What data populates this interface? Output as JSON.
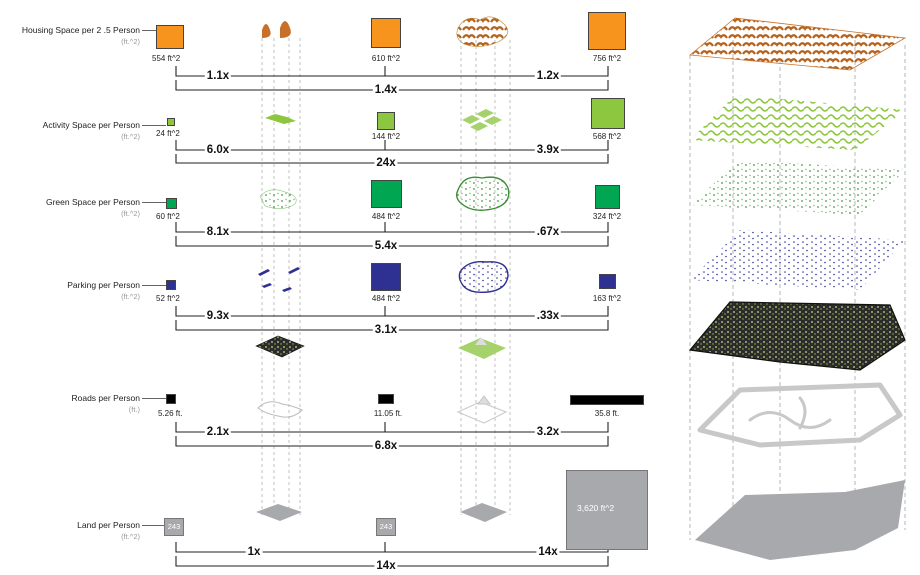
{
  "colors": {
    "housing": "#f7941d",
    "activity": "#8dc63f",
    "green": "#00a651",
    "parking": "#2e3192",
    "roads": "#000000",
    "land": "#a7a9ac",
    "housing_iso": "#c8702a",
    "activity_iso": "#8dc63f",
    "green_iso": "#5aa83f",
    "parking_iso": "#3a3d9c"
  },
  "rows": [
    {
      "key": "housing",
      "label": "Housing Space per 2 .5 Person",
      "unit": "(ft.^2)",
      "values": [
        "554 ft^2",
        "610 ft^2",
        "756 ft^2"
      ],
      "mult_a": "1.1x",
      "mult_b": "1.2x",
      "mult_total": "1.4x"
    },
    {
      "key": "activity",
      "label": "Activity Space per Person",
      "unit": "(ft.^2)",
      "values": [
        "24 ft^2",
        "144 ft^2",
        "568 ft^2"
      ],
      "mult_a": "6.0x",
      "mult_b": "3.9x",
      "mult_total": "24x"
    },
    {
      "key": "green",
      "label": "Green Space per Person",
      "unit": "(ft.^2)",
      "values": [
        "60 ft^2",
        "484 ft^2",
        "324 ft^2"
      ],
      "mult_a": "8.1x",
      "mult_b": ".67x",
      "mult_total": "5.4x"
    },
    {
      "key": "parking",
      "label": "Parking per Person",
      "unit": "(ft.^2)",
      "values": [
        "52 ft^2",
        "484 ft^2",
        "163 ft^2"
      ],
      "mult_a": "9.3x",
      "mult_b": ".33x",
      "mult_total": "3.1x"
    },
    {
      "key": "roads",
      "label": "Roads per Person",
      "unit": "(ft.)",
      "values": [
        "5.26 ft.",
        "11.05 ft.",
        "35.8 ft."
      ],
      "mult_a": "2.1x",
      "mult_b": "3.2x",
      "mult_total": "6.8x"
    },
    {
      "key": "land",
      "label": "Land per Person",
      "unit": "(ft.^2)",
      "values": [
        "243",
        "243",
        "3,620 ft^2"
      ],
      "mult_a": "1x",
      "mult_b": "14x",
      "mult_total": "14x"
    }
  ]
}
